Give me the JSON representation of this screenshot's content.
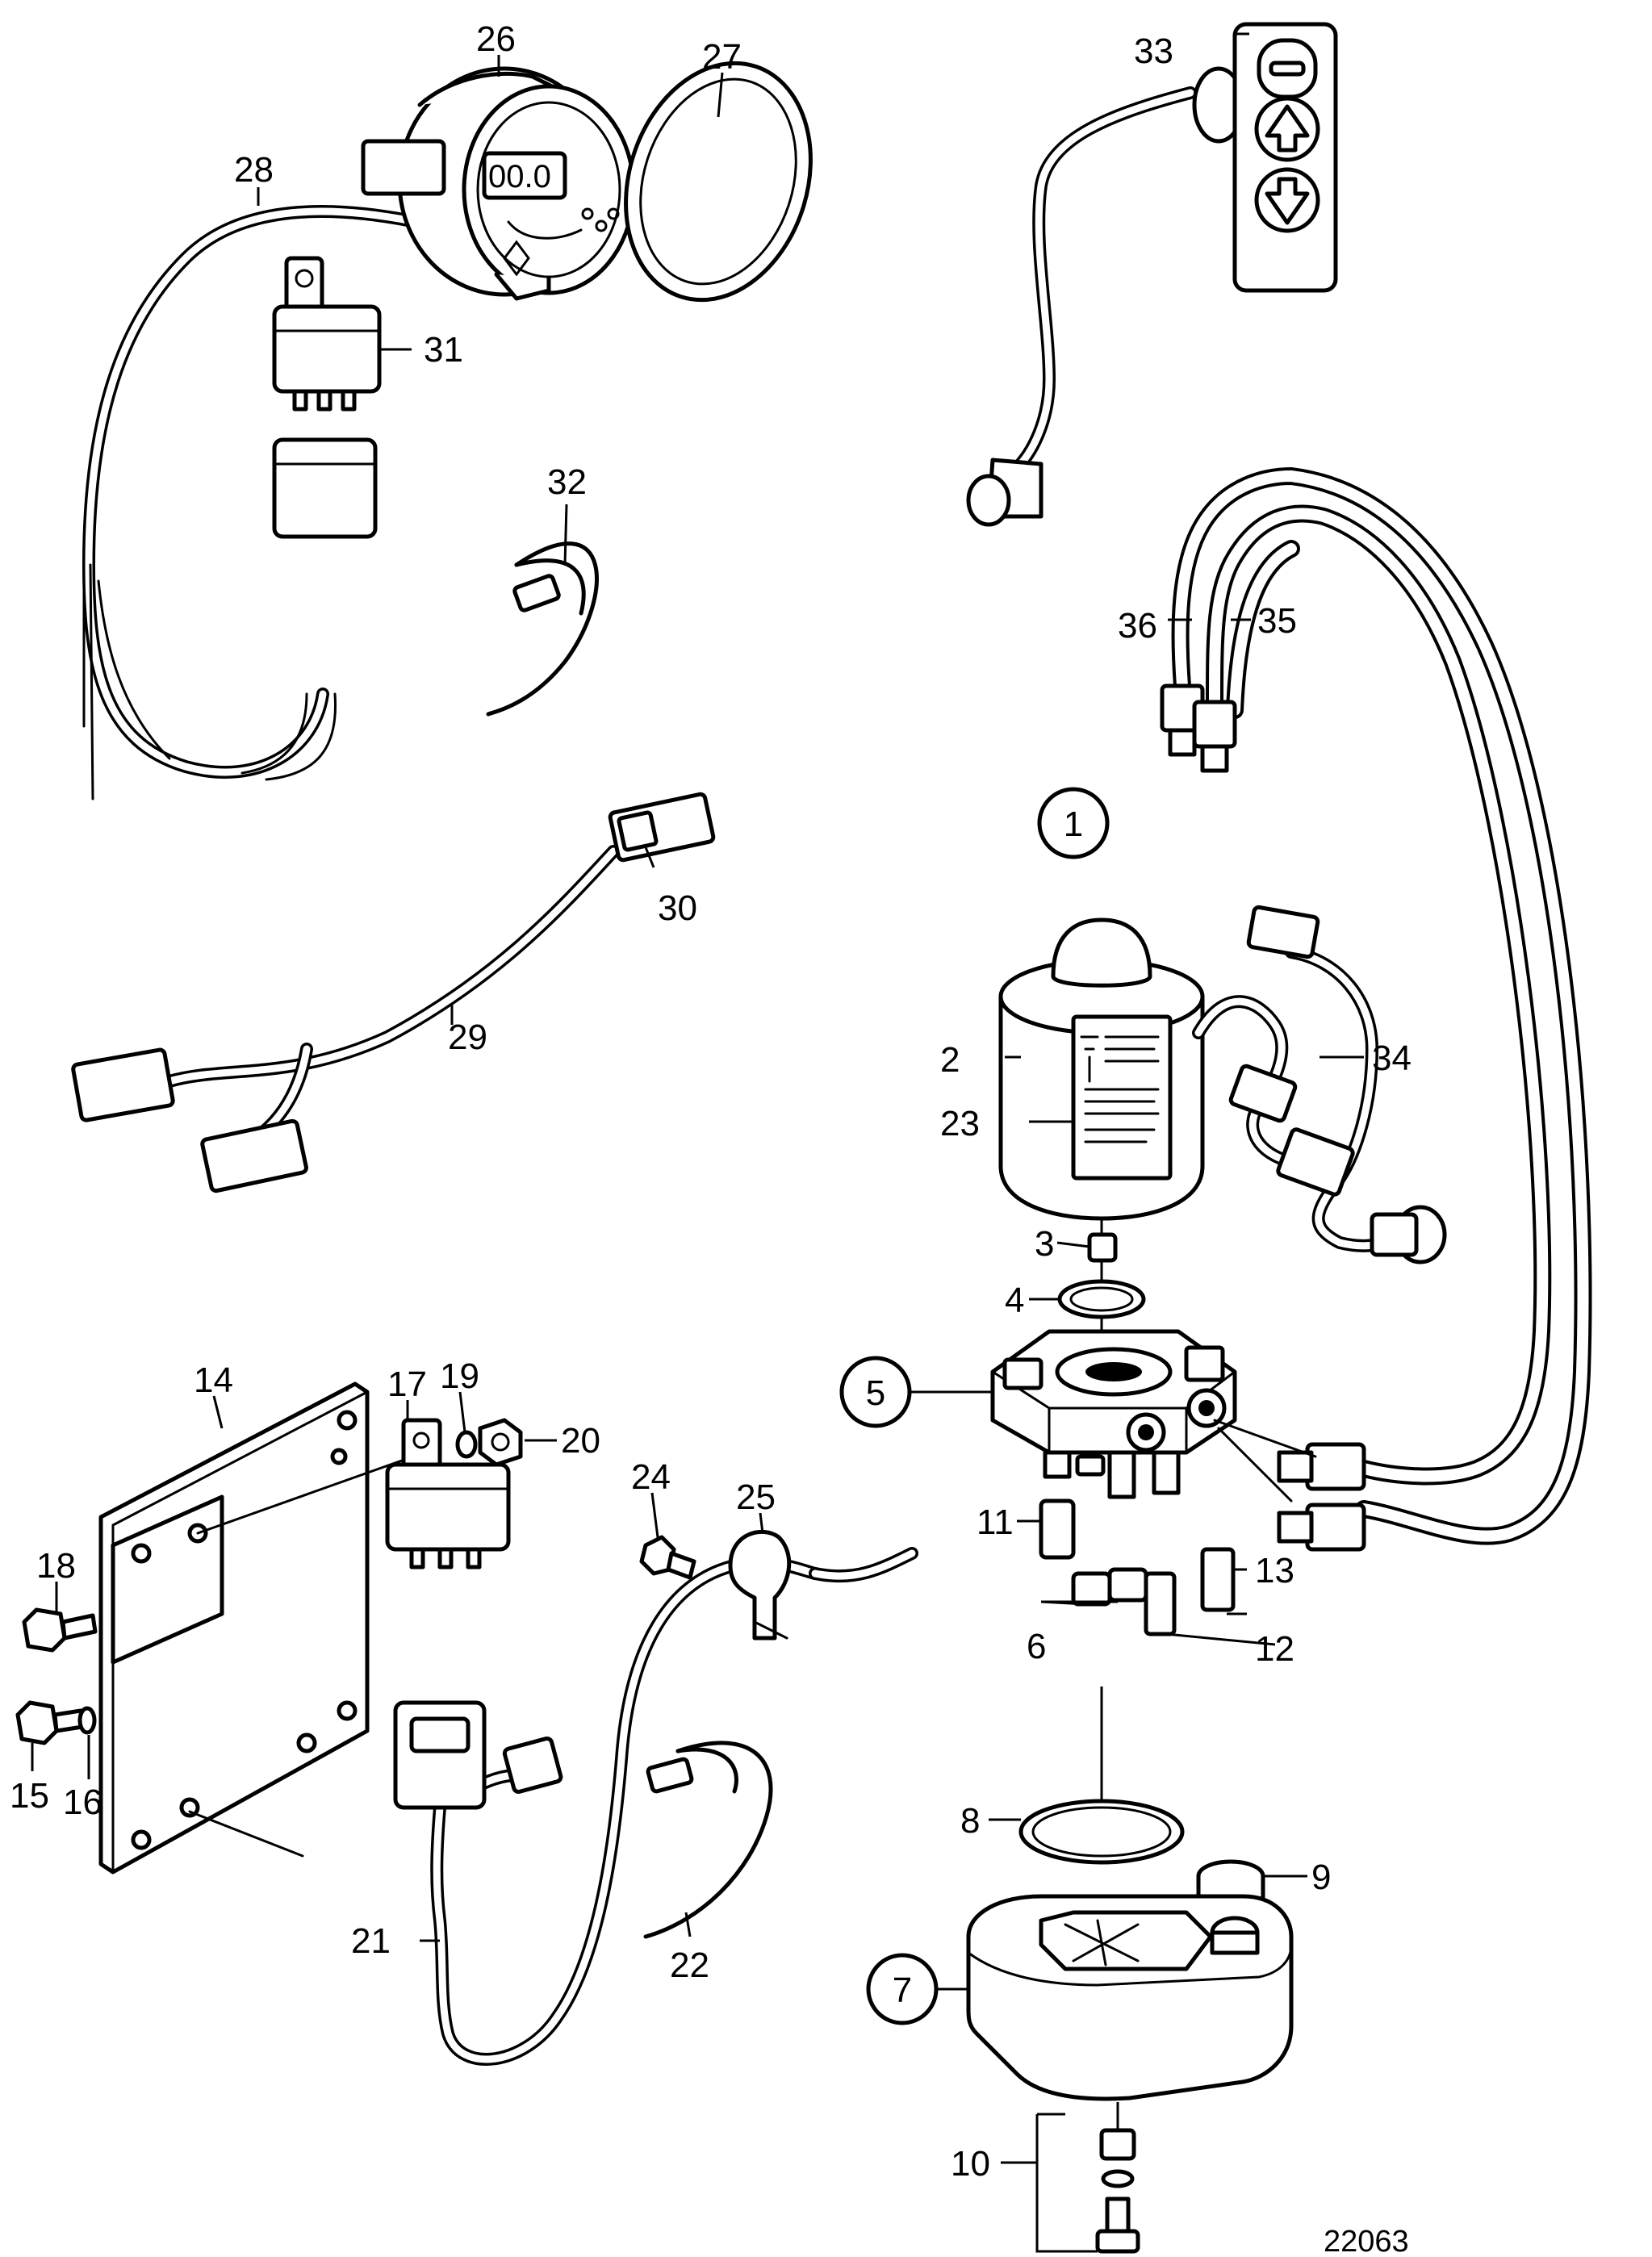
{
  "figure": {
    "drawing_number": "22063"
  },
  "callouts": [
    {
      "key": "c1",
      "label": "1",
      "circled": true
    },
    {
      "key": "c2",
      "label": "2",
      "circled": false
    },
    {
      "key": "c3",
      "label": "3",
      "circled": false
    },
    {
      "key": "c4",
      "label": "4",
      "circled": false
    },
    {
      "key": "c5",
      "label": "5",
      "circled": true
    },
    {
      "key": "c6",
      "label": "6",
      "circled": false
    },
    {
      "key": "c7",
      "label": "7",
      "circled": true
    },
    {
      "key": "c8",
      "label": "8",
      "circled": false
    },
    {
      "key": "c9",
      "label": "9",
      "circled": false
    },
    {
      "key": "c10",
      "label": "10",
      "circled": false
    },
    {
      "key": "c11",
      "label": "11",
      "circled": false
    },
    {
      "key": "c12",
      "label": "12",
      "circled": false
    },
    {
      "key": "c13",
      "label": "13",
      "circled": false
    },
    {
      "key": "c14",
      "label": "14",
      "circled": false
    },
    {
      "key": "c15",
      "label": "15",
      "circled": false
    },
    {
      "key": "c16",
      "label": "16",
      "circled": false
    },
    {
      "key": "c17",
      "label": "17",
      "circled": false
    },
    {
      "key": "c18",
      "label": "18",
      "circled": false
    },
    {
      "key": "c19",
      "label": "19",
      "circled": false
    },
    {
      "key": "c20",
      "label": "20",
      "circled": false
    },
    {
      "key": "c21",
      "label": "21",
      "circled": false
    },
    {
      "key": "c22",
      "label": "22",
      "circled": false
    },
    {
      "key": "c23",
      "label": "23",
      "circled": false
    },
    {
      "key": "c24",
      "label": "24",
      "circled": false
    },
    {
      "key": "c25",
      "label": "25",
      "circled": false
    },
    {
      "key": "c26",
      "label": "26",
      "circled": false
    },
    {
      "key": "c27",
      "label": "27",
      "circled": false
    },
    {
      "key": "c28",
      "label": "28",
      "circled": false
    },
    {
      "key": "c29",
      "label": "29",
      "circled": false
    },
    {
      "key": "c30",
      "label": "30",
      "circled": false
    },
    {
      "key": "c31",
      "label": "31",
      "circled": false
    },
    {
      "key": "c32",
      "label": "32",
      "circled": false
    },
    {
      "key": "c33",
      "label": "33",
      "circled": false
    },
    {
      "key": "c34",
      "label": "34",
      "circled": false
    },
    {
      "key": "c35",
      "label": "35",
      "circled": false
    },
    {
      "key": "c36",
      "label": "36",
      "circled": false
    }
  ],
  "gauge": {
    "display_text": "00.0"
  },
  "icons": [
    "gauge-icon",
    "relay-icon",
    "cable-tie-icon",
    "connector-icon",
    "control-panel-icon",
    "arrow-up-icon",
    "arrow-down-icon",
    "pump-motor-icon",
    "valve-block-icon",
    "reservoir-icon",
    "bracket-icon",
    "bolt-icon",
    "nut-icon",
    "washer-icon",
    "clamp-icon",
    "hose-icon",
    "wiring-harness-icon"
  ]
}
